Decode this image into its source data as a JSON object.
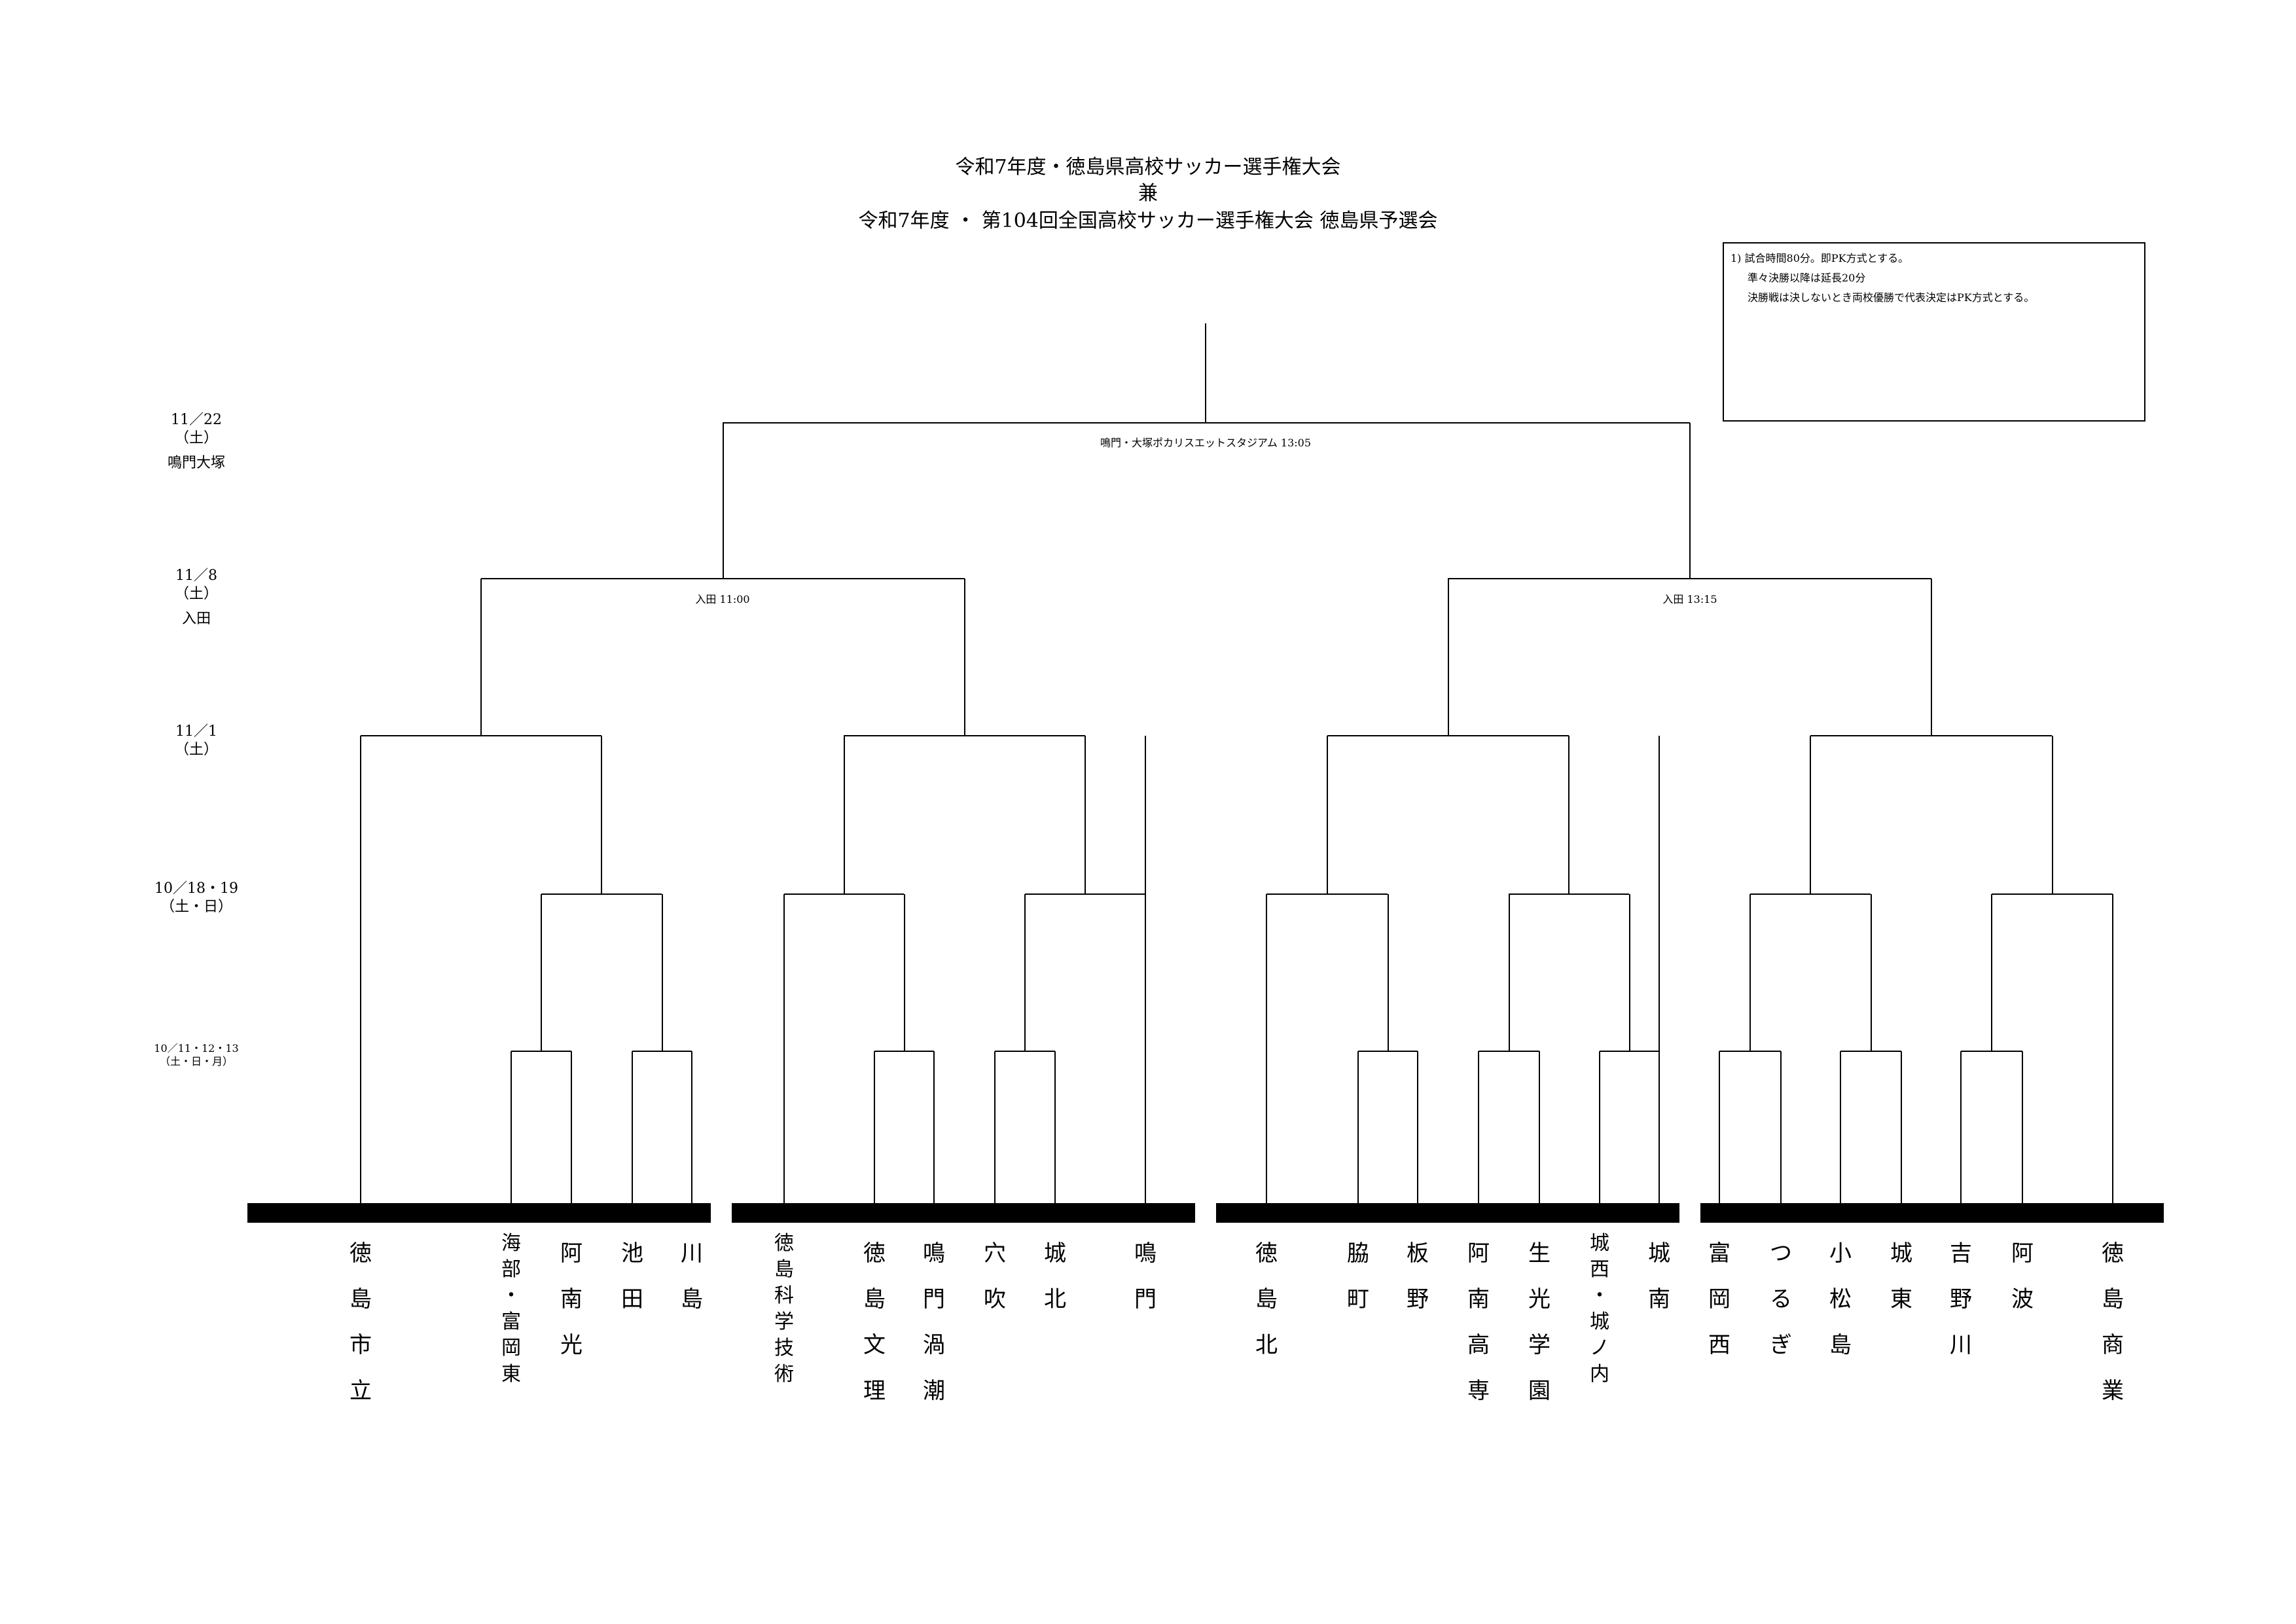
{
  "title": {
    "line1": "令和7年度・徳島県高校サッカー選手権大会",
    "line2": "兼",
    "line3": "令和7年度 ・ 第104回全国高校サッカー選手権大会 徳島県予選会"
  },
  "notes": [
    "1) 試合時間80分。即PK方式とする。",
    "準々決勝以降は延長20分",
    "決勝戦は決しないとき両校優勝で代表決定はPK方式とする。"
  ],
  "rounds": [
    {
      "date": "11／22",
      "day": "（土）",
      "venue": "鳴門大塚"
    },
    {
      "date": "11／8",
      "day": "（土）",
      "venue": "入田"
    },
    {
      "date": "11／1",
      "day": "（土）",
      "venue": ""
    },
    {
      "date": "10／18・19",
      "day": "（土・日）",
      "venue": ""
    },
    {
      "date": "10／11・12・13",
      "day": "（土・日・月）",
      "venue": ""
    }
  ],
  "match_venues": {
    "final": "鳴門・大塚ポカリスエットスタジアム 13:05",
    "semi_left": "入田 11:00",
    "semi_right": "入田 13:15"
  },
  "teams": [
    {
      "name": "徳島市立"
    },
    {
      "name": "海部・富岡東"
    },
    {
      "name": "阿南光"
    },
    {
      "name": "池田"
    },
    {
      "name": "川島"
    },
    {
      "name": "徳島科学技術"
    },
    {
      "name": "徳島文理"
    },
    {
      "name": "鳴門渦潮"
    },
    {
      "name": "穴吹"
    },
    {
      "name": "城北"
    },
    {
      "name": "鳴門"
    },
    {
      "name": "徳島北"
    },
    {
      "name": "脇町"
    },
    {
      "name": "板野"
    },
    {
      "name": "阿南高専"
    },
    {
      "name": "生光学園"
    },
    {
      "name": "城西・城ノ内"
    },
    {
      "name": "城南"
    },
    {
      "name": "富岡西"
    },
    {
      "name": "つるぎ"
    },
    {
      "name": "小松島"
    },
    {
      "name": "城東"
    },
    {
      "name": "吉野川"
    },
    {
      "name": "阿波"
    },
    {
      "name": "徳島商業"
    }
  ]
}
